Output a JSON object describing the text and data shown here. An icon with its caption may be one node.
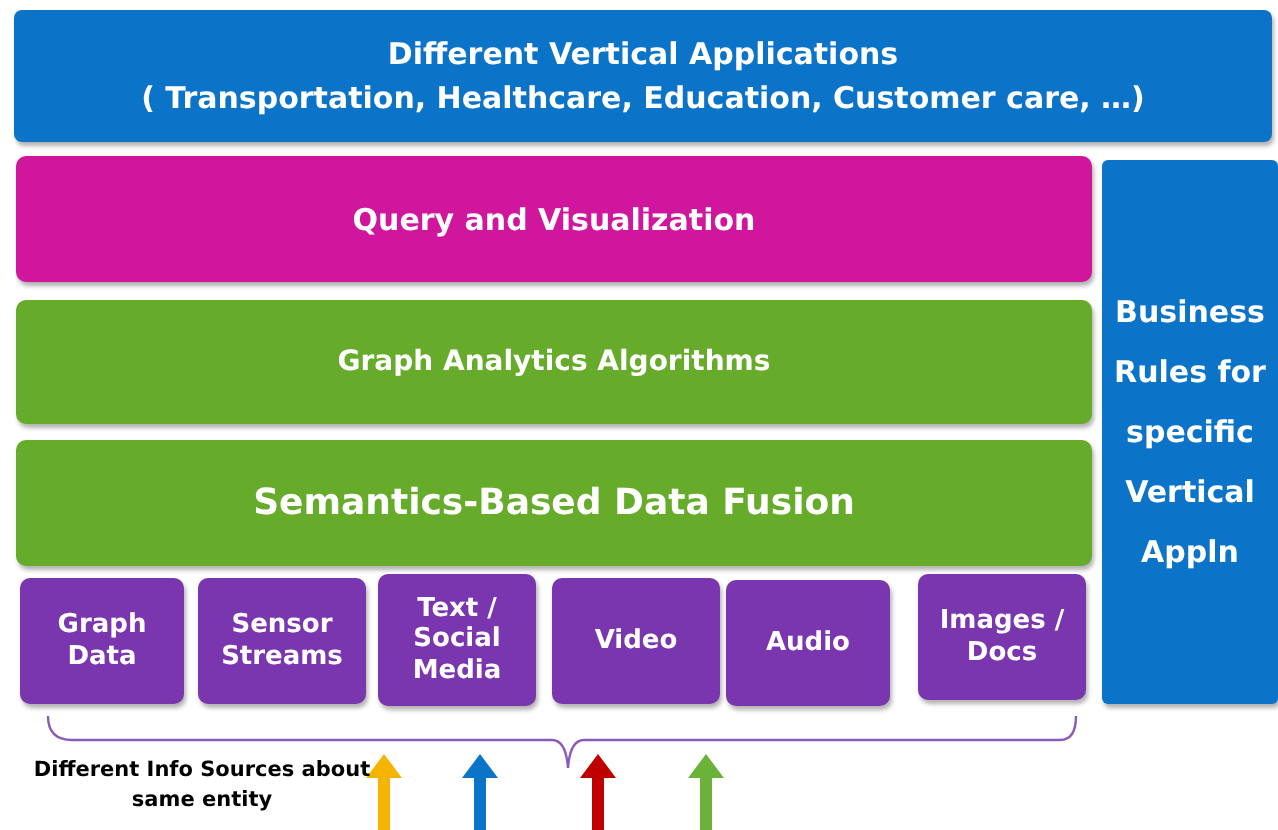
{
  "diagram": {
    "nodes": [
      {
        "text": [
          "Different Vertical Applications",
          "( Transportation, Healthcare, Education, Customer care, …)"
        ]
      },
      {
        "text": [
          "Query and Visualization"
        ]
      },
      {
        "text": [
          "Graph Analytics Algorithms"
        ]
      },
      {
        "text": [
          "Semantics-Based Data Fusion"
        ]
      },
      {
        "text": [
          "Business Rules for specific Vertical Appln"
        ]
      },
      {
        "text": [
          "Graph Data"
        ]
      },
      {
        "text": [
          "Sensor Streams"
        ]
      },
      {
        "text": [
          "Text / Social Media"
        ]
      },
      {
        "text": [
          "Video"
        ]
      },
      {
        "text": [
          "Audio"
        ]
      },
      {
        "text": [
          "Images / Docs"
        ]
      }
    ],
    "edges": [],
    "labels": [
      "Different Info Sources about same entity"
    ]
  }
}
